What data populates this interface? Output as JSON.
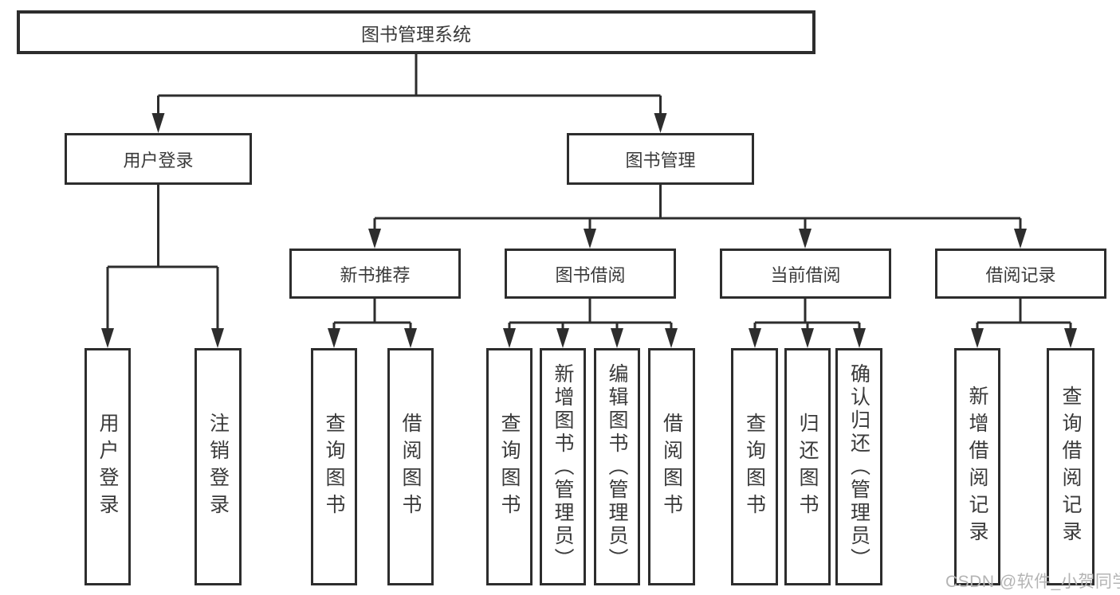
{
  "diagram": {
    "title": "图书管理系统",
    "tree": {
      "label": "图书管理系统",
      "children": [
        {
          "label": "用户登录",
          "children": [
            {
              "label": "用户登录"
            },
            {
              "label": "注销登录"
            }
          ]
        },
        {
          "label": "图书管理",
          "children": [
            {
              "label": "新书推荐",
              "children": [
                {
                  "label": "查询图书"
                },
                {
                  "label": "借阅图书"
                }
              ]
            },
            {
              "label": "图书借阅",
              "children": [
                {
                  "label": "查询图书"
                },
                {
                  "label": "新增图书（管理员）"
                },
                {
                  "label": "编辑图书（管理员）"
                },
                {
                  "label": "借阅图书"
                }
              ]
            },
            {
              "label": "当前借阅",
              "children": [
                {
                  "label": "查询图书"
                },
                {
                  "label": "归还图书"
                },
                {
                  "label": "确认归还（管理员）"
                }
              ]
            },
            {
              "label": "借阅记录",
              "children": [
                {
                  "label": "新增借阅记录"
                },
                {
                  "label": "查询借阅记录"
                }
              ]
            }
          ]
        }
      ]
    },
    "colors": {
      "line": "#2d2d2d",
      "box_border": "#2d2d2d",
      "box_fill": "#ffffff",
      "text": "#3a3a3a",
      "background": "#ffffff"
    }
  },
  "watermark": {
    "text": "CSDN @软件_小贺同学",
    "color": "#b4b4b4"
  }
}
